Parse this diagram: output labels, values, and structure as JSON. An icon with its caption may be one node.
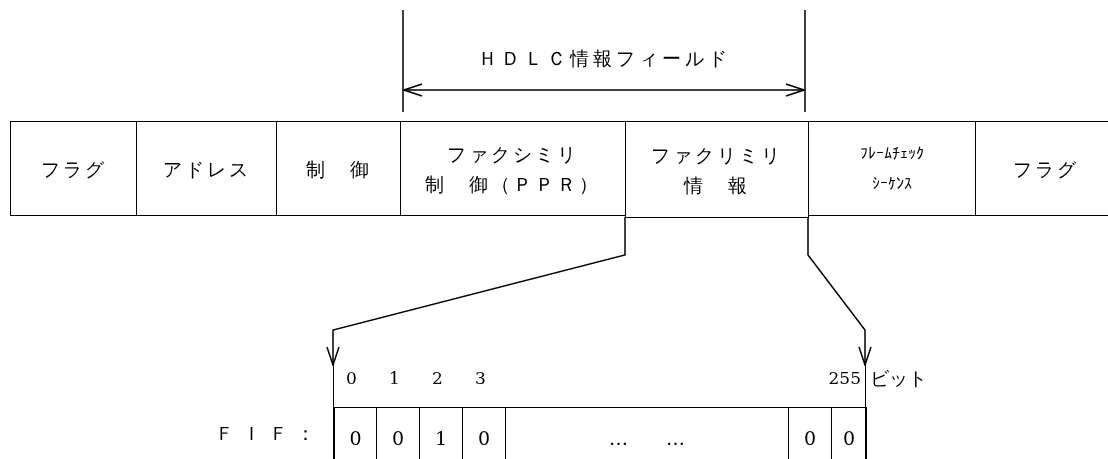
{
  "diagram": {
    "nodes": [
      {
        "text": [
          "フラグ"
        ]
      },
      {
        "text": [
          "アドレス"
        ]
      },
      {
        "text": [
          "制　御"
        ]
      },
      {
        "text": [
          "ファクシミリ",
          "制　御（ＰＰＲ）"
        ]
      },
      {
        "text": [
          "ファクリミリ",
          "情　報"
        ]
      },
      {
        "text": [
          "ﾌﾚｰﾑﾁｪｯｸ",
          "ｼｰｹﾝｽ"
        ]
      },
      {
        "text": [
          "フラグ"
        ]
      },
      {
        "text": [],
        "shape": "bar"
      },
      {
        "text": [
          "0"
        ],
        "in": 7
      },
      {
        "text": [
          "0"
        ],
        "in": 7
      },
      {
        "text": [
          "1"
        ],
        "in": 7
      },
      {
        "text": [
          "0"
        ],
        "in": 7
      },
      {
        "text": [
          "…　　…"
        ],
        "in": 7
      },
      {
        "text": [
          "0"
        ],
        "in": 7
      },
      {
        "text": [
          "0"
        ],
        "in": 7
      }
    ],
    "edges": [
      {
        "from": 4,
        "to": 7,
        "arrow": "to"
      },
      {
        "from": 4,
        "to": 7,
        "arrow": "to"
      }
    ],
    "labels": [
      "ＨＤＬＣ情報フィールド",
      "0",
      "1",
      "2",
      "3",
      "255",
      "ビット",
      "ＦＩＦ："
    ]
  }
}
